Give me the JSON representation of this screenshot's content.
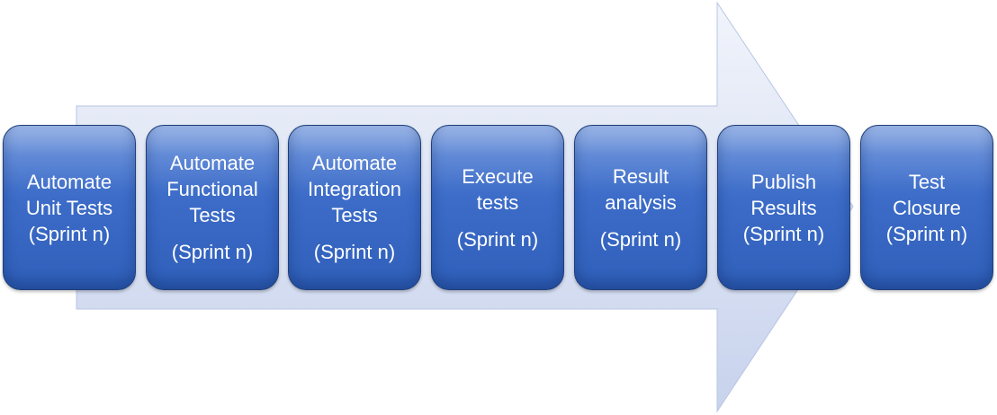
{
  "colors": {
    "arrow_fill_top": "#eef2fb",
    "arrow_fill_bottom": "#c9d4ee",
    "arrow_edge": "#b7c3e4",
    "box_fill": "#3c6cc8",
    "box_border": "#1f3f7a",
    "text": "#ffffff"
  },
  "steps": [
    {
      "title": "Automate\nUnit Tests",
      "sprint": "(Sprint n)"
    },
    {
      "title": "Automate\nFunctional\nTests",
      "sprint": "(Sprint n)"
    },
    {
      "title": "Automate\nIntegration\nTests",
      "sprint": "(Sprint n)"
    },
    {
      "title": "Execute\ntests",
      "sprint": "(Sprint n)"
    },
    {
      "title": "Result\nanalysis",
      "sprint": "(Sprint n)"
    },
    {
      "title": "Publish\nResults",
      "sprint": "(Sprint n)"
    },
    {
      "title": "Test\nClosure",
      "sprint": "(Sprint n)"
    }
  ]
}
